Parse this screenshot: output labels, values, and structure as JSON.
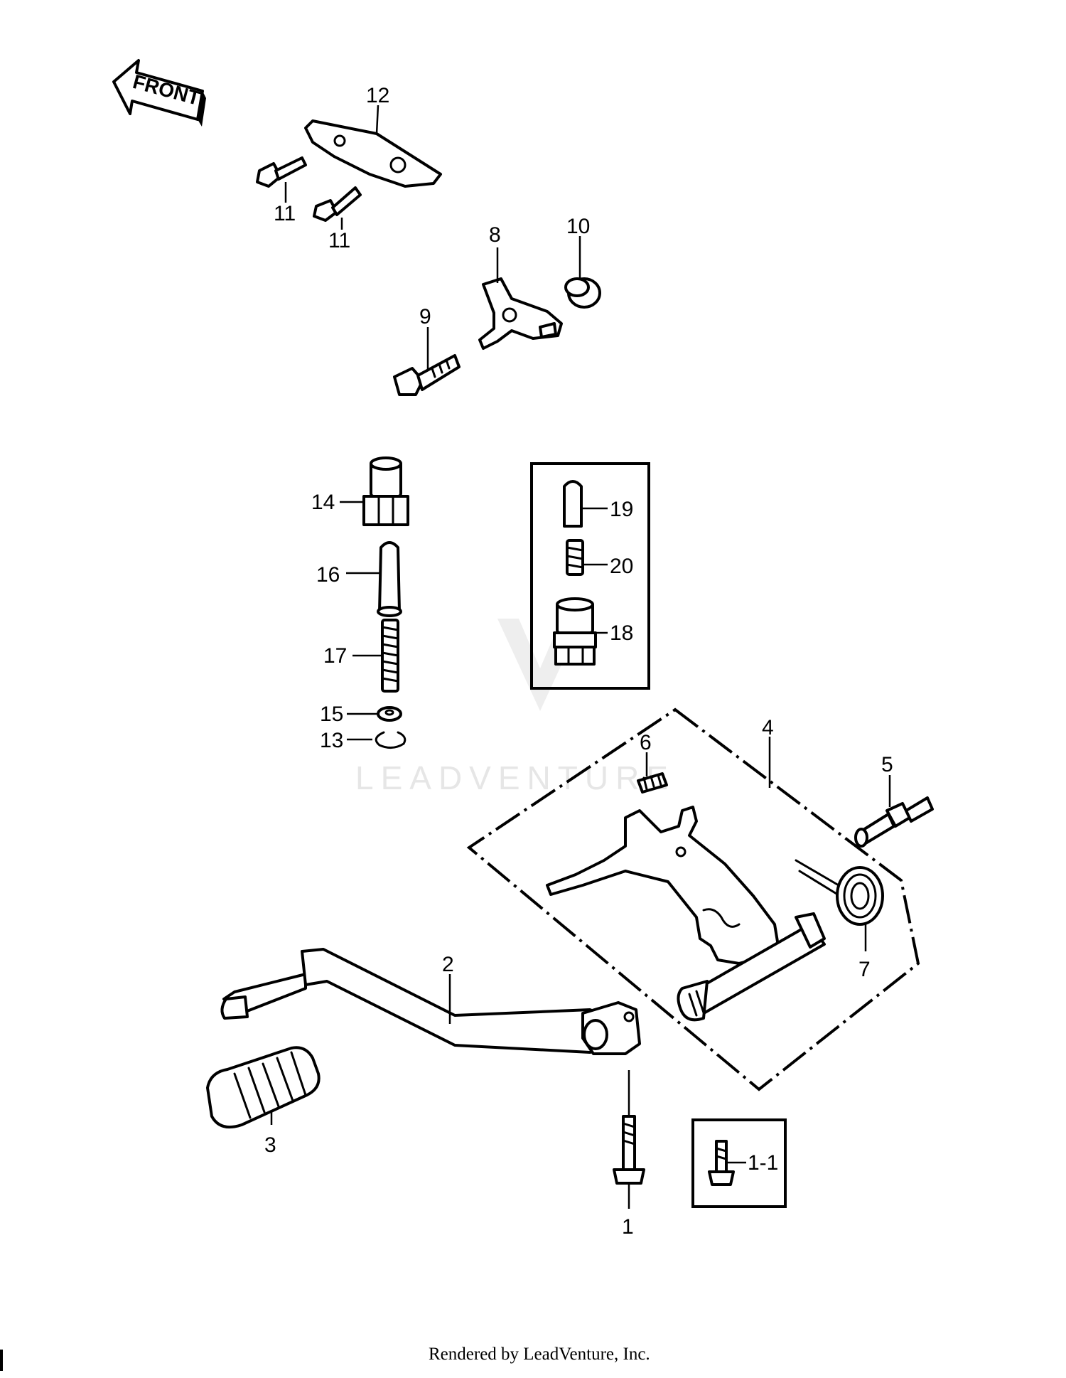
{
  "front_label": "FRONT",
  "watermark": "LEADVENTURE",
  "footer": "Rendered by LeadVenture, Inc.",
  "callouts": [
    {
      "id": "12",
      "label": "12"
    },
    {
      "id": "11a",
      "label": "11"
    },
    {
      "id": "11b",
      "label": "11"
    },
    {
      "id": "8",
      "label": "8"
    },
    {
      "id": "10",
      "label": "10"
    },
    {
      "id": "9",
      "label": "9"
    },
    {
      "id": "14",
      "label": "14"
    },
    {
      "id": "16",
      "label": "16"
    },
    {
      "id": "17",
      "label": "17"
    },
    {
      "id": "15",
      "label": "15"
    },
    {
      "id": "13",
      "label": "13"
    },
    {
      "id": "19",
      "label": "19"
    },
    {
      "id": "20",
      "label": "20"
    },
    {
      "id": "18",
      "label": "18"
    },
    {
      "id": "4",
      "label": "4"
    },
    {
      "id": "6",
      "label": "6"
    },
    {
      "id": "5",
      "label": "5"
    },
    {
      "id": "7",
      "label": "7"
    },
    {
      "id": "2",
      "label": "2"
    },
    {
      "id": "3",
      "label": "3"
    },
    {
      "id": "1",
      "label": "1"
    },
    {
      "id": "1-1",
      "label": "1-1"
    }
  ]
}
